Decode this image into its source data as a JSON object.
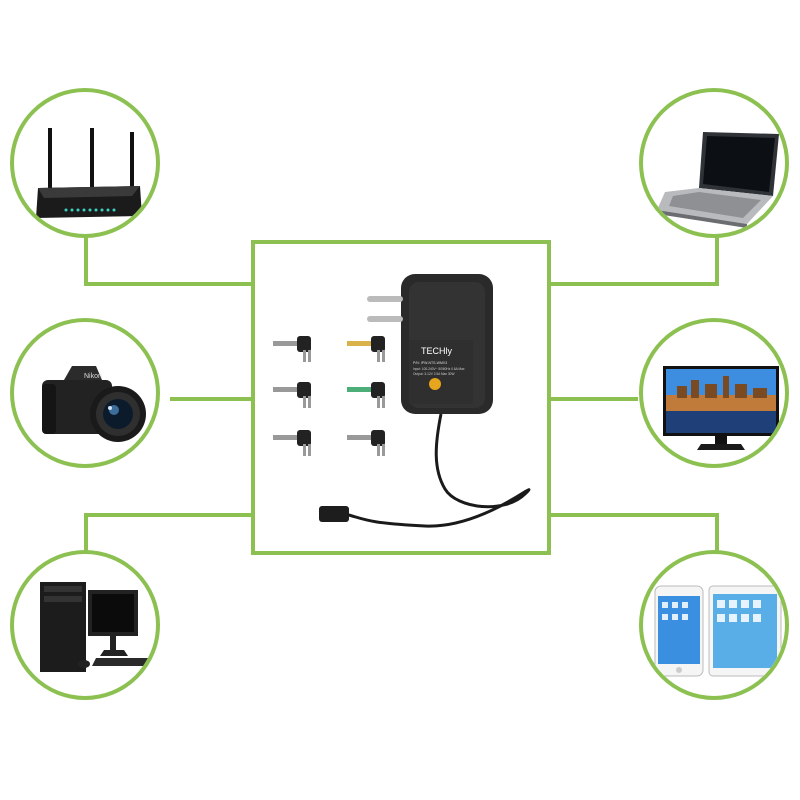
{
  "accent_color": "#8cc152",
  "adapter": {
    "brand": "TECHly",
    "model_line": "P/N: IPW-NTS-WMX3",
    "spec_line_1": "Input: 100-240V~ 50/60Hz 0.6A Max",
    "spec_line_2": "Output: 3-12V 2.5A Max 30W"
  },
  "devices": [
    {
      "id": "router",
      "icon": "router-icon"
    },
    {
      "id": "camera",
      "icon": "camera-icon",
      "brand": "Nikon"
    },
    {
      "id": "desktop-pc",
      "icon": "desktop-pc-icon"
    },
    {
      "id": "laptop",
      "icon": "laptop-icon"
    },
    {
      "id": "monitor",
      "icon": "monitor-icon"
    },
    {
      "id": "phone-tablet",
      "icon": "phone-tablet-icon"
    }
  ]
}
